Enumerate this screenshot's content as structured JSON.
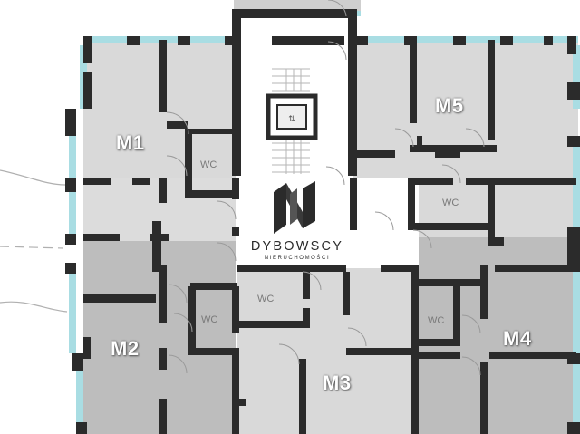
{
  "units": {
    "m1": "M1",
    "m2": "M2",
    "m3": "M3",
    "m4": "M4",
    "m5": "M5"
  },
  "wc_label": "WC",
  "logo": {
    "name": "DYBOWSCY",
    "tagline": "NIERUCHOMOŚCI"
  },
  "colors": {
    "wall": "#2b2b2b",
    "room_light": "#d9d9d9",
    "room_dark": "#bdbdbd",
    "window": "#a9dde3",
    "stair_core": "#ffffff"
  }
}
